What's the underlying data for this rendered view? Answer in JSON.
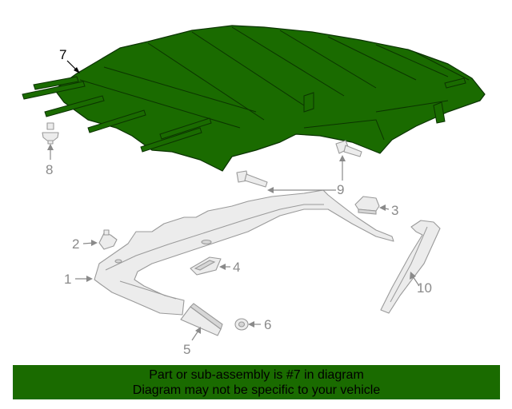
{
  "callouts": [
    {
      "id": "1",
      "label": "1",
      "highlighted": false
    },
    {
      "id": "2",
      "label": "2",
      "highlighted": false
    },
    {
      "id": "3",
      "label": "3",
      "highlighted": false
    },
    {
      "id": "4",
      "label": "4",
      "highlighted": false
    },
    {
      "id": "5",
      "label": "5",
      "highlighted": false
    },
    {
      "id": "6",
      "label": "6",
      "highlighted": false
    },
    {
      "id": "7",
      "label": "7",
      "highlighted": true
    },
    {
      "id": "8",
      "label": "8",
      "highlighted": false
    },
    {
      "id": "9",
      "label": "9",
      "highlighted": false
    },
    {
      "id": "10",
      "label": "10",
      "highlighted": false
    }
  ],
  "banner": {
    "line1": "Part or sub-assembly is #7 in diagram",
    "line2": "Diagram may not be specific to your vehicle"
  },
  "colors": {
    "highlight_part": "#1a6b00",
    "banner_bg": "#1a6b00",
    "part_fill": "#ececec",
    "outline": "#9a9a9a"
  }
}
